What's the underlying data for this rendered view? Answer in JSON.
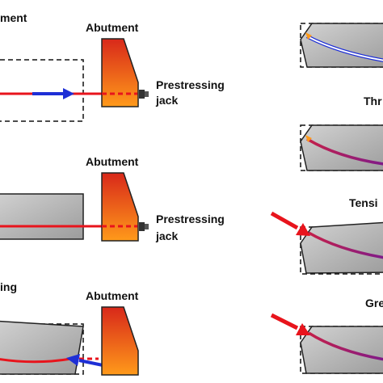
{
  "left_panels": [
    {
      "title_fragment": "ment",
      "abutment_label": "Abutment",
      "jack_label_line1": "Prestressing",
      "jack_label_line2": "jack"
    },
    {
      "abutment_label": "Abutment",
      "jack_label_line1": "Prestressing",
      "jack_label_line2": "jack"
    },
    {
      "title_fragment": "ing",
      "abutment_label": "Abutment"
    }
  ],
  "right_panels": [
    {
      "title_fragment": ""
    },
    {
      "title_fragment": "Thr"
    },
    {
      "title_fragment": "Tensi"
    },
    {
      "title_fragment": "Gre"
    }
  ],
  "colors": {
    "tendon_red": "#e8141c",
    "force_arrow_blue": "#1e2fd6",
    "tendon_purple": "#8a1e86",
    "concrete_gray": "#b8b8b8",
    "abutment_top": "#d8281a",
    "abutment_bottom": "#ff9a1a",
    "external_force_red": "#e8141c"
  }
}
